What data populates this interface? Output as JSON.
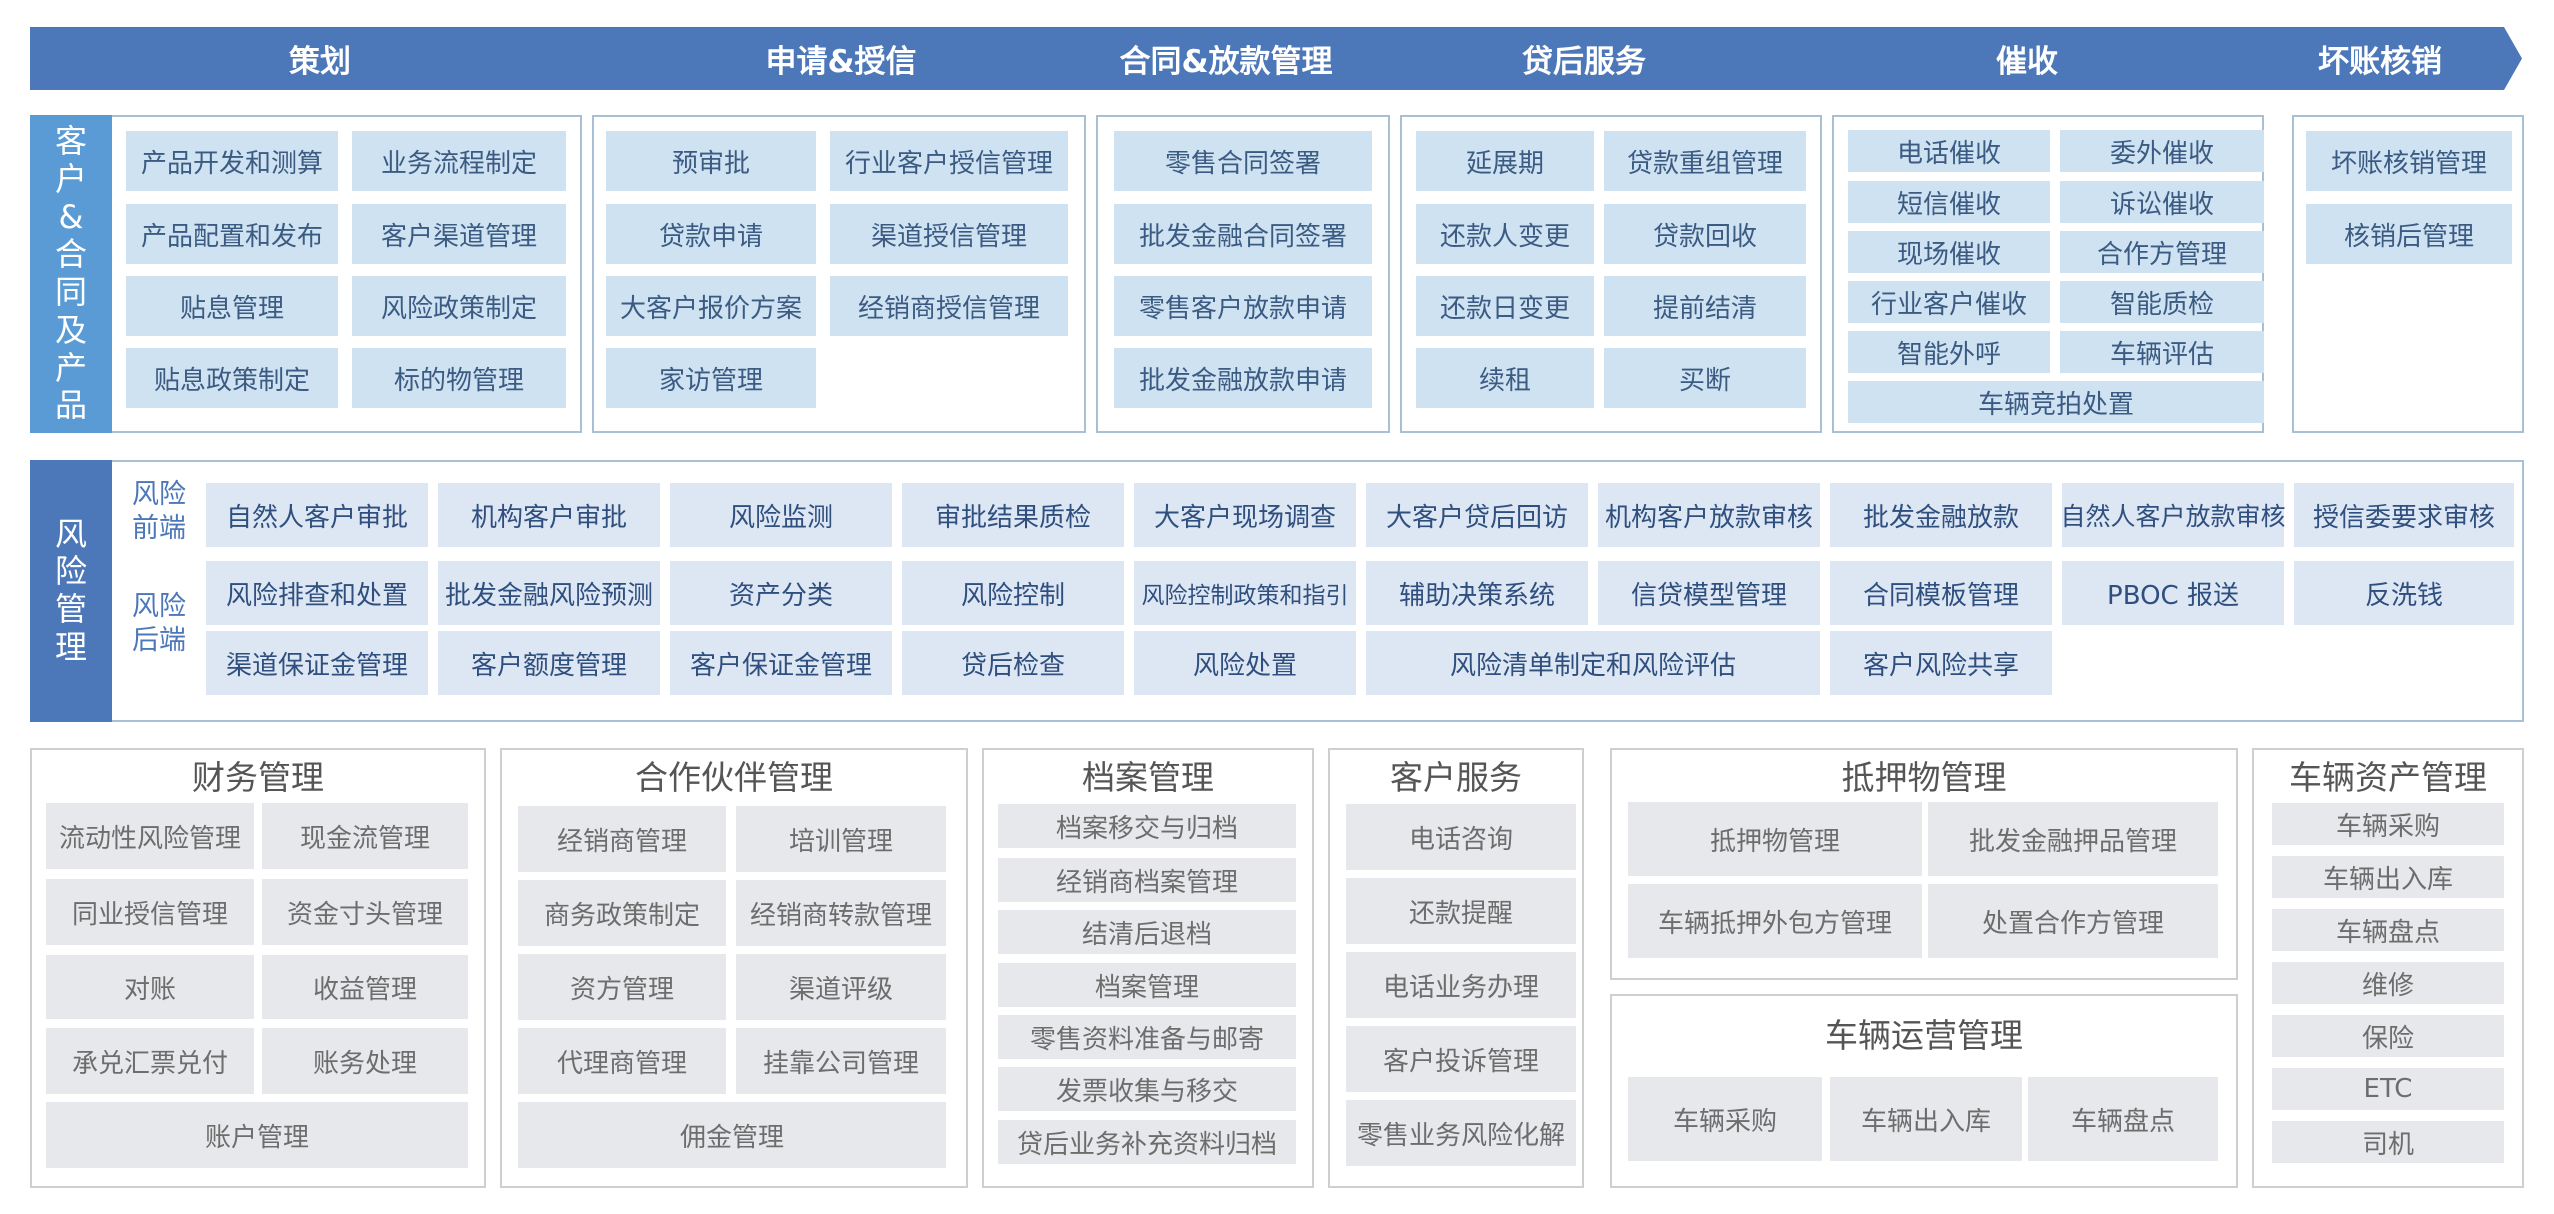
{
  "stages": [
    "策划",
    "申请&授信",
    "合同&放款管理",
    "贷后服务",
    "催收",
    "坏账核销"
  ],
  "customer_section": {
    "label": "客户&合同及产品",
    "planning": [
      "产品开发和测算",
      "业务流程制定",
      "产品配置和发布",
      "客户渠道管理",
      "贴息管理",
      "风险政策制定",
      "贴息政策制定",
      "标的物管理"
    ],
    "application": [
      "预审批",
      "行业客户授信管理",
      "贷款申请",
      "渠道授信管理",
      "大客户报价方案",
      "经销商授信管理",
      "家访管理"
    ],
    "contract": [
      "零售合同签署",
      "批发金融合同签署",
      "零售客户放款申请",
      "批发金融放款申请"
    ],
    "post_loan": [
      "延展期",
      "贷款重组管理",
      "还款人变更",
      "贷款回收",
      "还款日变更",
      "提前结清",
      "续租",
      "买断"
    ],
    "collection": [
      "电话催收",
      "委外催收",
      "短信催收",
      "诉讼催收",
      "现场催收",
      "合作方管理",
      "行业客户催收",
      "智能质检",
      "智能外呼",
      "车辆评估",
      "车辆竞拍处置"
    ],
    "write_off": [
      "坏账核销管理",
      "核销后管理"
    ]
  },
  "risk_section": {
    "label": "风险管理",
    "front_label": "风险前端",
    "back_label": "风险后端",
    "front": [
      "自然人客户审批",
      "机构客户审批",
      "风险监测",
      "审批结果质检",
      "大客户现场调查",
      "大客户贷后回访",
      "机构客户放款审核",
      "批发金融放款",
      "自然人客户放款审核",
      "授信委要求审核"
    ],
    "back_row1": [
      "风险排查和处置",
      "批发金融风险预测",
      "资产分类",
      "风险控制",
      "风险控制政策和指引",
      "辅助决策系统",
      "信贷模型管理",
      "合同模板管理",
      "PBOC 报送",
      "反洗钱"
    ],
    "back_row2": [
      "渠道保证金管理",
      "客户额度管理",
      "客户保证金管理",
      "贷后检查",
      "风险处置",
      "风险清单制定和风险评估",
      "客户风险共享"
    ]
  },
  "bottom": {
    "finance": {
      "title": "财务管理",
      "items": [
        "流动性风险管理",
        "现金流管理",
        "同业授信管理",
        "资金寸头管理",
        "对账",
        "收益管理",
        "承兑汇票兑付",
        "账务处理",
        "账户管理"
      ]
    },
    "partner": {
      "title": "合作伙伴管理",
      "items": [
        "经销商管理",
        "培训管理",
        "商务政策制定",
        "经销商转款管理",
        "资方管理",
        "渠道评级",
        "代理商管理",
        "挂靠公司管理",
        "佣金管理"
      ]
    },
    "archive": {
      "title": "档案管理",
      "items": [
        "档案移交与归档",
        "经销商档案管理",
        "结清后退档",
        "档案管理",
        "零售资料准备与邮寄",
        "发票收集与移交",
        "贷后业务补充资料归档"
      ]
    },
    "service": {
      "title": "客户服务",
      "items": [
        "电话咨询",
        "还款提醒",
        "电话业务办理",
        "客户投诉管理",
        "零售业务风险化解"
      ]
    },
    "collateral": {
      "title": "抵押物管理",
      "items": [
        "抵押物管理",
        "批发金融押品管理",
        "车辆抵押外包方管理",
        "处置合作方管理"
      ]
    },
    "operation": {
      "title": "车辆运营管理",
      "items": [
        "车辆采购",
        "车辆出入库",
        "车辆盘点"
      ]
    },
    "asset": {
      "title": "车辆资产管理",
      "items": [
        "车辆采购",
        "车辆出入库",
        "车辆盘点",
        "维修",
        "保险",
        "ETC",
        "司机"
      ]
    }
  },
  "colors": {
    "header_blue": "#4c77b8",
    "tab_blue": "#5a9bd5",
    "light_blue_box": "#cfe2f2",
    "risk_box": "#dde6f3",
    "gray_box": "#e6e8eb"
  }
}
